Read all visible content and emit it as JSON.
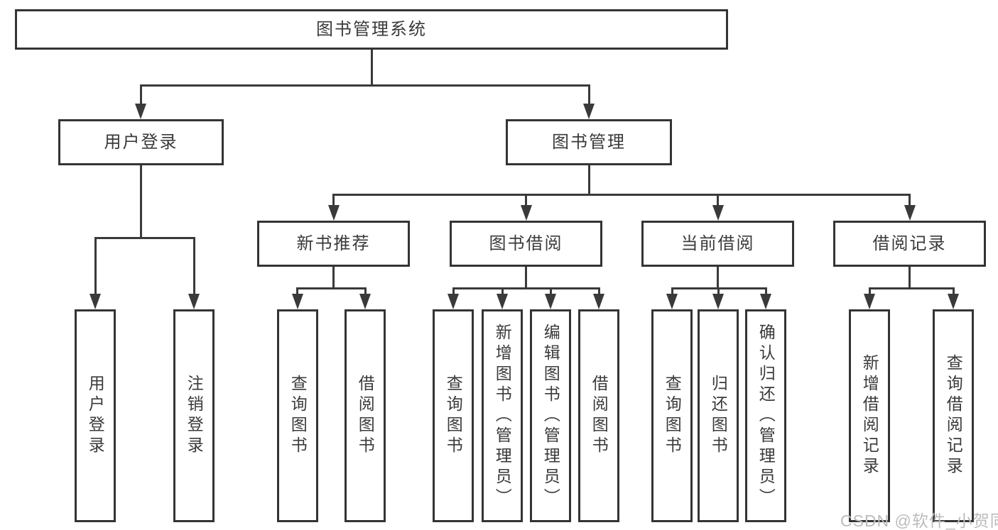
{
  "tree": {
    "root_label": "图书管理系统",
    "branches": [
      {
        "label": "用户登录",
        "children": [
          "用户登录",
          "注销登录"
        ]
      },
      {
        "label": "图书管理",
        "children": [
          {
            "label": "新书推荐",
            "children": [
              "查询图书",
              "借阅图书"
            ]
          },
          {
            "label": "图书借阅",
            "children": [
              "查询图书",
              "新增图书（管理员）",
              "编辑图书（管理员）",
              "借阅图书"
            ]
          },
          {
            "label": "当前借阅",
            "children": [
              "查询图书",
              "归还图书",
              "确认归还（管理员）"
            ]
          },
          {
            "label": "借阅记录",
            "children": [
              "新增借阅记录",
              "查询借阅记录"
            ]
          }
        ]
      }
    ]
  },
  "watermark": "CSDN @软件_小贺同学",
  "colors": {
    "line": "#3a3a3a",
    "text": "#3a3a3a",
    "watermark": "#bcbcbc",
    "background": "#ffffff"
  }
}
